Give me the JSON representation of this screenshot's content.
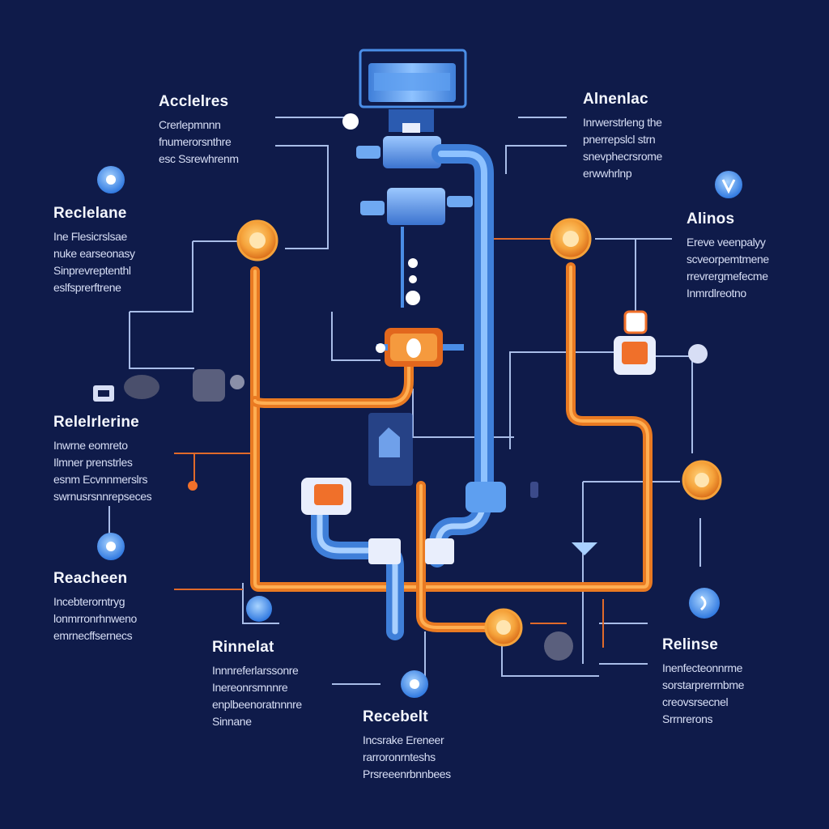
{
  "colors": {
    "background": "#0f1b4a",
    "blue_pipe": "#4a8de6",
    "blue_light": "#8ec2ff",
    "orange_pipe": "#f08a2c",
    "orange_light": "#ffb04a",
    "line": "#9fb4e6",
    "text": "#e9eefc"
  },
  "labels": {
    "top_left": {
      "title": "Acclelres",
      "lines": [
        "Crerlepmnnn",
        "fnumerorsnthre",
        "esc Ssrewhrenm"
      ]
    },
    "top_right": {
      "title": "Alnenlac",
      "lines": [
        "Inrwerstrleng the",
        "pnerrepslcl strn",
        "snevphecrsrome",
        "erwwhrlnp"
      ]
    },
    "mid_left": {
      "title": "Reclelane",
      "lines": [
        "Ine Flesicrslsae",
        "nuke earseonasy",
        "Sinprevreptenthl",
        "eslfsprerftrene"
      ]
    },
    "mid_right": {
      "title": "Alinos",
      "lines": [
        "Ereve veenpalyy",
        "scveorpemtmene",
        "rrevrergmefecme",
        "Inmrdlreotno"
      ]
    },
    "left_3": {
      "title": "Relelrlerine",
      "lines": [
        "Inwrne eomreto",
        "Ilmner prenstrles",
        "esnm Ecvnnmerslrs",
        "swrnusrsnnrepseces"
      ]
    },
    "left_4": {
      "title": "Reacheen",
      "lines": [
        "Incebterorntryg",
        "lonmrronrhnweno",
        "emrnecffsernecs"
      ]
    },
    "bottom_left": {
      "title": "Rinnelat",
      "lines": [
        "Innnreferlarssonre",
        "Inereonrsmnnre",
        "enplbeenoratnnnre",
        "Sinnane"
      ]
    },
    "bottom_center": {
      "title": "Recebelt",
      "lines": [
        "Incsrake Ereneer",
        "rarroronrnteshs",
        "Prsreeenrbnnbees"
      ]
    },
    "bottom_right": {
      "title": "Relinse",
      "lines": [
        "Inenfecteonnrme",
        "sorstarprerrnbme",
        "creovsrsecnel",
        "Srrnrerons"
      ]
    }
  }
}
